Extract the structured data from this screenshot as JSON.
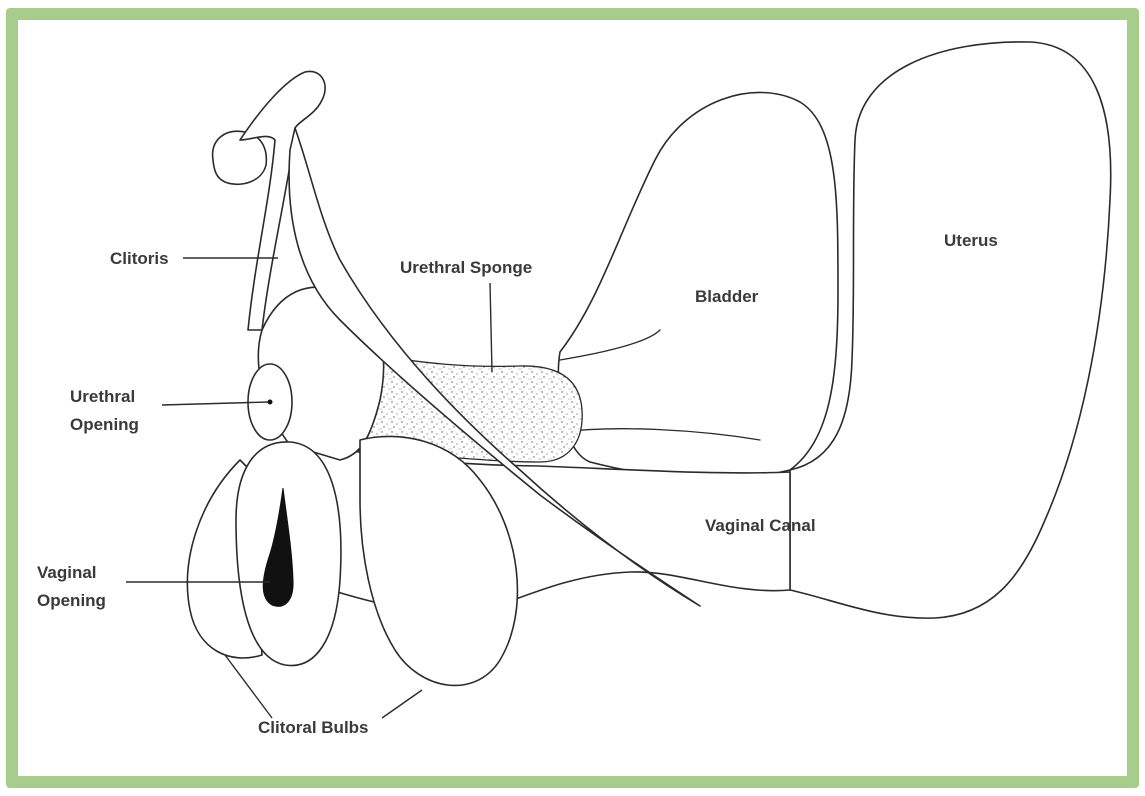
{
  "colors": {
    "frame": "#a8cc8c",
    "ink": "#2b2b2b",
    "label": "#3a3a3a",
    "background": "#ffffff"
  },
  "labels": {
    "clitoris": "Clitoris",
    "urethral_sponge": "Urethral Sponge",
    "bladder": "Bladder",
    "uterus": "Uterus",
    "urethral_opening_line1": "Urethral",
    "urethral_opening_line2": "Opening",
    "vaginal_canal": "Vaginal Canal",
    "vaginal_opening_line1": "Vaginal",
    "vaginal_opening_line2": "Opening",
    "clitoral_bulbs": "Clitoral Bulbs"
  }
}
